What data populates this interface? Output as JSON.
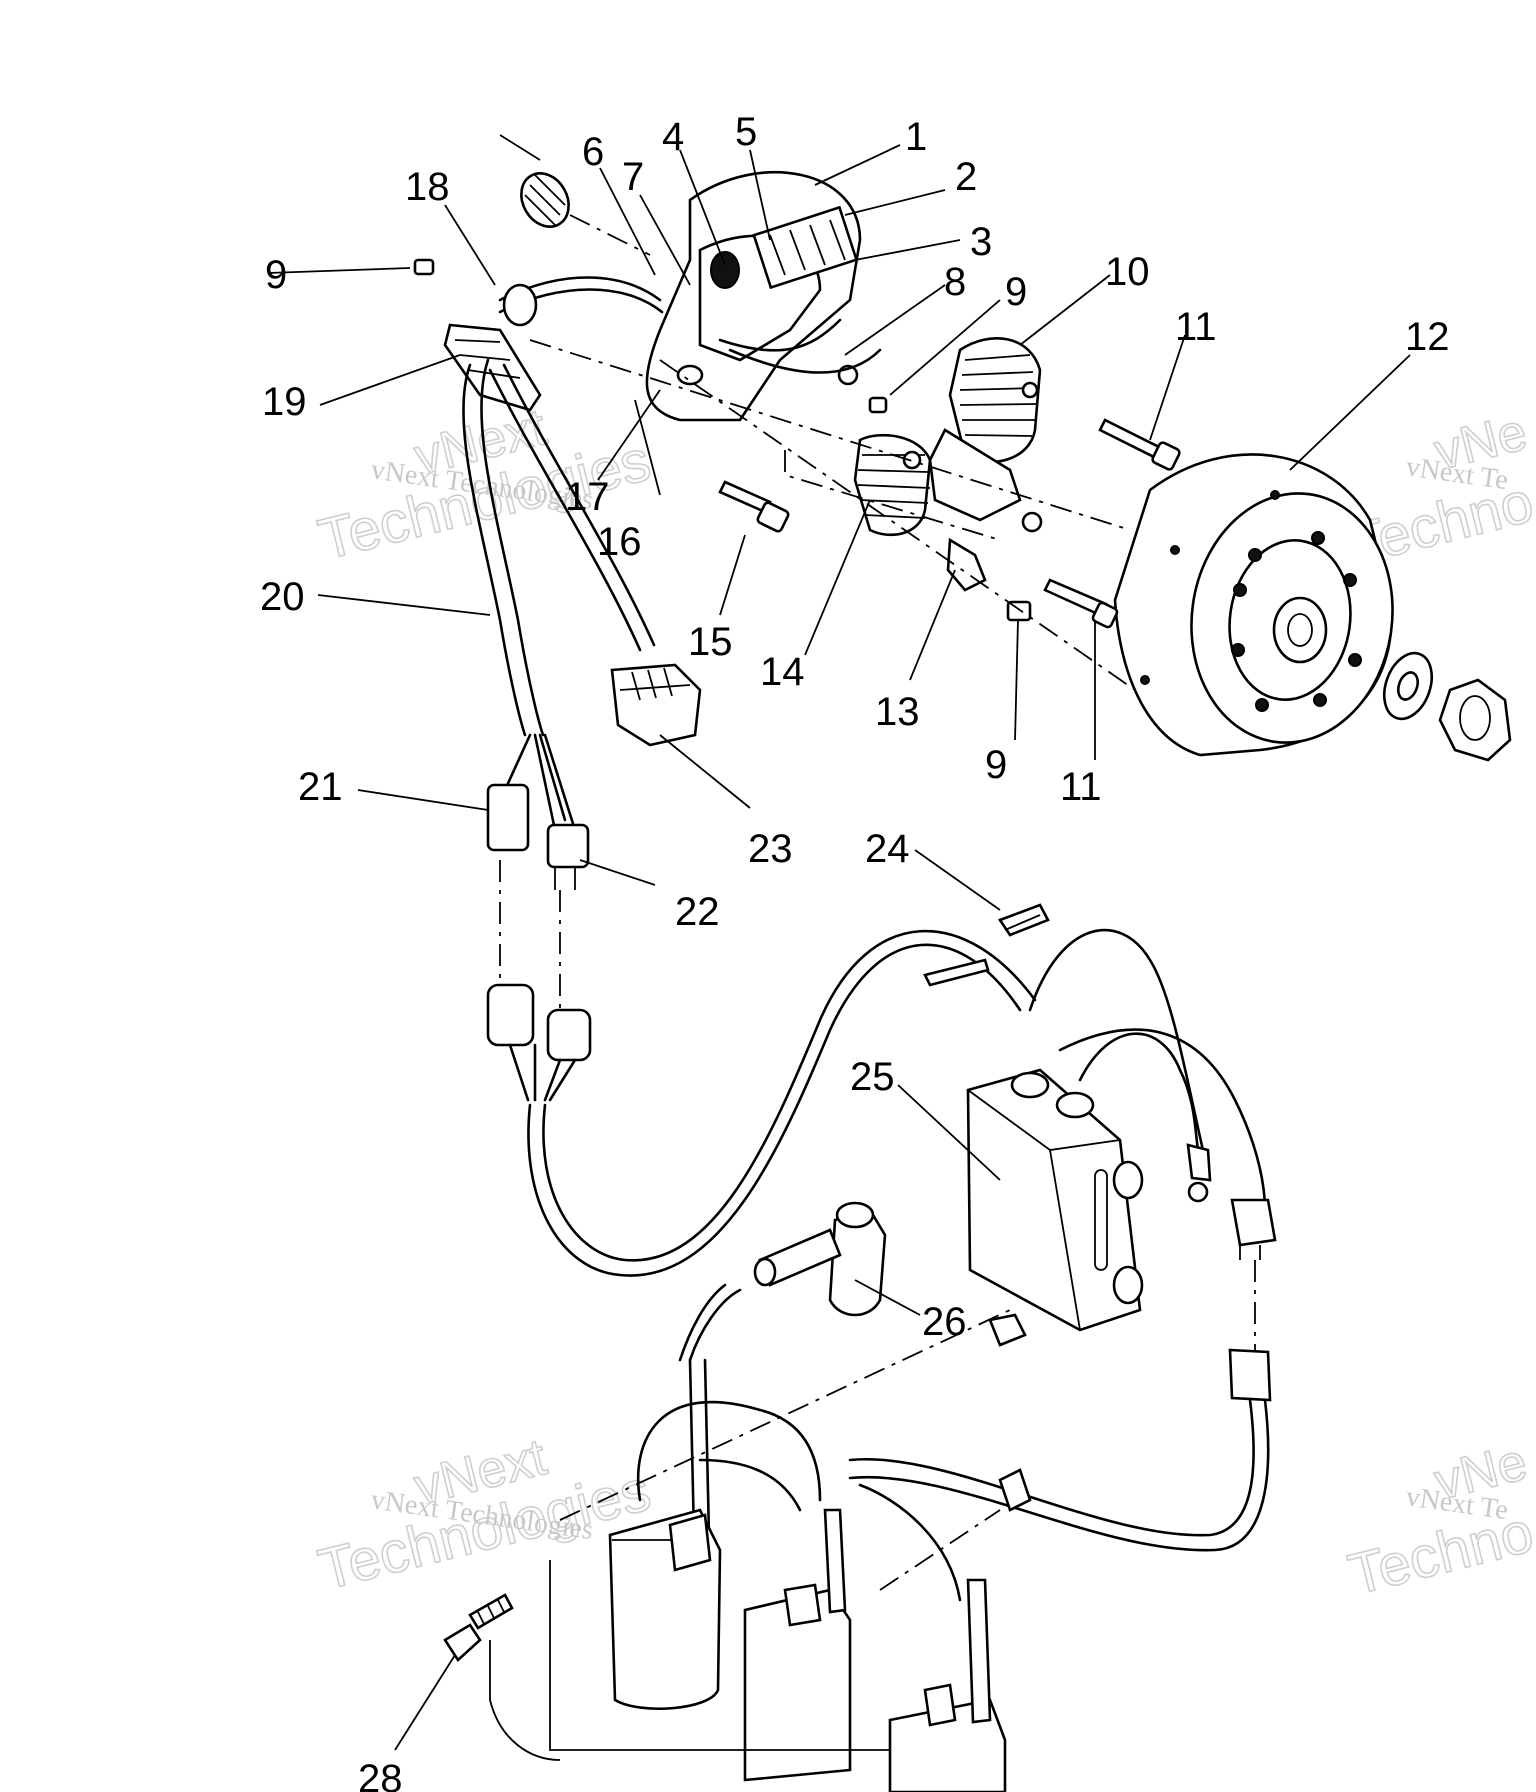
{
  "callouts": [
    {
      "id": "1",
      "label": "1"
    },
    {
      "id": "2",
      "label": "2"
    },
    {
      "id": "3",
      "label": "3"
    },
    {
      "id": "4",
      "label": "4"
    },
    {
      "id": "5",
      "label": "5"
    },
    {
      "id": "6",
      "label": "6"
    },
    {
      "id": "7",
      "label": "7"
    },
    {
      "id": "8",
      "label": "8"
    },
    {
      "id": "9a",
      "label": "9"
    },
    {
      "id": "9b",
      "label": "9"
    },
    {
      "id": "9c",
      "label": "9"
    },
    {
      "id": "10",
      "label": "10"
    },
    {
      "id": "11a",
      "label": "11"
    },
    {
      "id": "11b",
      "label": "11"
    },
    {
      "id": "12",
      "label": "12"
    },
    {
      "id": "13",
      "label": "13"
    },
    {
      "id": "14",
      "label": "14"
    },
    {
      "id": "15",
      "label": "15"
    },
    {
      "id": "16",
      "label": "16"
    },
    {
      "id": "17",
      "label": "17"
    },
    {
      "id": "18",
      "label": "18"
    },
    {
      "id": "19",
      "label": "19"
    },
    {
      "id": "20",
      "label": "20"
    },
    {
      "id": "21",
      "label": "21"
    },
    {
      "id": "22",
      "label": "22"
    },
    {
      "id": "23",
      "label": "23"
    },
    {
      "id": "24",
      "label": "24"
    },
    {
      "id": "25",
      "label": "25"
    },
    {
      "id": "26",
      "label": "26"
    },
    {
      "id": "28",
      "label": "28"
    }
  ],
  "watermark": {
    "line1": "vNext",
    "line2": "Technologies",
    "small": "vNext Technologies",
    "right_small": "vNext Te",
    "right_big1": "vNe",
    "right_big2": "Techno",
    "color": "#c8c8c8"
  }
}
